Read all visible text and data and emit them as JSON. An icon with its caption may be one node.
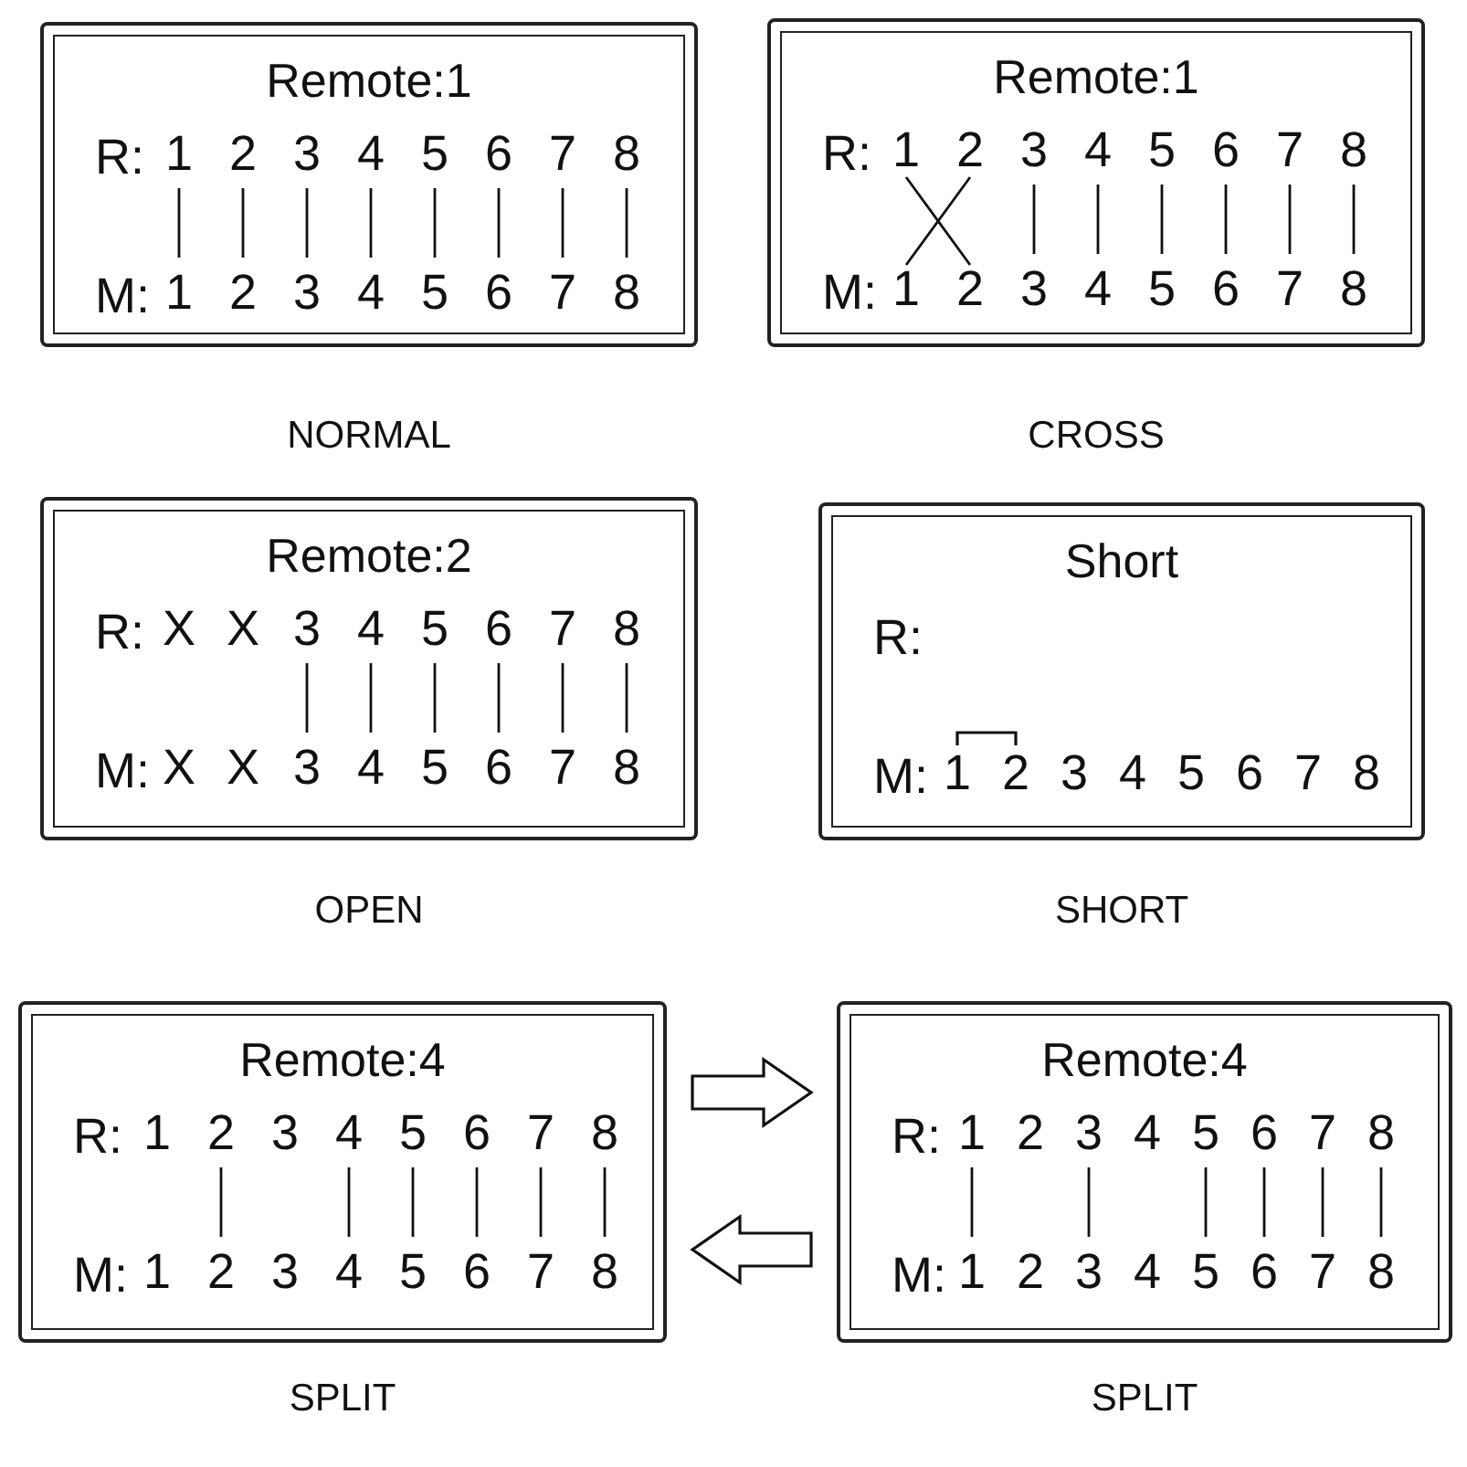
{
  "diagram": {
    "nodes": [
      {
        "text": [
          "Remote:1",
          "R:",
          "M:"
        ],
        "beside": [
          "NORMAL"
        ]
      },
      {
        "text": [
          "Remote:1",
          "R:",
          "M:"
        ],
        "beside": [
          "CROSS"
        ]
      },
      {
        "text": [
          "Remote:2",
          "R:",
          "M:"
        ],
        "beside": [
          "OPEN"
        ]
      },
      {
        "text": [
          "Short",
          "R:",
          "M:"
        ],
        "beside": [
          "SHORT"
        ]
      },
      {
        "text": [
          "Remote:4",
          "R:",
          "M:"
        ],
        "beside": [
          "SPLIT"
        ]
      },
      {
        "text": [
          "Remote:4",
          "R:",
          "M:"
        ],
        "beside": [
          "SPLIT"
        ]
      },
      {
        "text": [
          "1"
        ],
        "in": 0
      },
      {
        "text": [
          "2"
        ],
        "in": 0
      },
      {
        "text": [
          "3"
        ],
        "in": 0
      },
      {
        "text": [
          "4"
        ],
        "in": 0
      },
      {
        "text": [
          "5"
        ],
        "in": 0
      },
      {
        "text": [
          "6"
        ],
        "in": 0
      },
      {
        "text": [
          "7"
        ],
        "in": 0
      },
      {
        "text": [
          "8"
        ],
        "in": 0
      },
      {
        "text": [
          "1"
        ],
        "in": 0
      },
      {
        "text": [
          "2"
        ],
        "in": 0
      },
      {
        "text": [
          "3"
        ],
        "in": 0
      },
      {
        "text": [
          "4"
        ],
        "in": 0
      },
      {
        "text": [
          "5"
        ],
        "in": 0
      },
      {
        "text": [
          "6"
        ],
        "in": 0
      },
      {
        "text": [
          "7"
        ],
        "in": 0
      },
      {
        "text": [
          "8"
        ],
        "in": 0
      },
      {
        "text": [
          "1"
        ],
        "in": 1
      },
      {
        "text": [
          "2"
        ],
        "in": 1
      },
      {
        "text": [
          "3"
        ],
        "in": 1
      },
      {
        "text": [
          "4"
        ],
        "in": 1
      },
      {
        "text": [
          "5"
        ],
        "in": 1
      },
      {
        "text": [
          "6"
        ],
        "in": 1
      },
      {
        "text": [
          "7"
        ],
        "in": 1
      },
      {
        "text": [
          "8"
        ],
        "in": 1
      },
      {
        "text": [
          "1"
        ],
        "in": 1
      },
      {
        "text": [
          "2"
        ],
        "in": 1
      },
      {
        "text": [
          "3"
        ],
        "in": 1
      },
      {
        "text": [
          "4"
        ],
        "in": 1
      },
      {
        "text": [
          "5"
        ],
        "in": 1
      },
      {
        "text": [
          "6"
        ],
        "in": 1
      },
      {
        "text": [
          "7"
        ],
        "in": 1
      },
      {
        "text": [
          "8"
        ],
        "in": 1
      },
      {
        "text": [
          "X"
        ],
        "in": 2
      },
      {
        "text": [
          "X"
        ],
        "in": 2
      },
      {
        "text": [
          "3"
        ],
        "in": 2
      },
      {
        "text": [
          "4"
        ],
        "in": 2
      },
      {
        "text": [
          "5"
        ],
        "in": 2
      },
      {
        "text": [
          "6"
        ],
        "in": 2
      },
      {
        "text": [
          "7"
        ],
        "in": 2
      },
      {
        "text": [
          "8"
        ],
        "in": 2
      },
      {
        "text": [
          "X"
        ],
        "in": 2
      },
      {
        "text": [
          "X"
        ],
        "in": 2
      },
      {
        "text": [
          "3"
        ],
        "in": 2
      },
      {
        "text": [
          "4"
        ],
        "in": 2
      },
      {
        "text": [
          "5"
        ],
        "in": 2
      },
      {
        "text": [
          "6"
        ],
        "in": 2
      },
      {
        "text": [
          "7"
        ],
        "in": 2
      },
      {
        "text": [
          "8"
        ],
        "in": 2
      },
      {
        "text": [
          "1"
        ],
        "in": 3
      },
      {
        "text": [
          "2"
        ],
        "in": 3
      },
      {
        "text": [
          "3"
        ],
        "in": 3
      },
      {
        "text": [
          "4"
        ],
        "in": 3
      },
      {
        "text": [
          "5"
        ],
        "in": 3
      },
      {
        "text": [
          "6"
        ],
        "in": 3
      },
      {
        "text": [
          "7"
        ],
        "in": 3
      },
      {
        "text": [
          "8"
        ],
        "in": 3
      },
      {
        "text": [
          "1"
        ],
        "in": 4
      },
      {
        "text": [
          "2"
        ],
        "in": 4
      },
      {
        "text": [
          "3"
        ],
        "in": 4
      },
      {
        "text": [
          "4"
        ],
        "in": 4
      },
      {
        "text": [
          "5"
        ],
        "in": 4
      },
      {
        "text": [
          "6"
        ],
        "in": 4
      },
      {
        "text": [
          "7"
        ],
        "in": 4
      },
      {
        "text": [
          "8"
        ],
        "in": 4
      },
      {
        "text": [
          "1"
        ],
        "in": 4
      },
      {
        "text": [
          "2"
        ],
        "in": 4
      },
      {
        "text": [
          "3"
        ],
        "in": 4
      },
      {
        "text": [
          "4"
        ],
        "in": 4
      },
      {
        "text": [
          "5"
        ],
        "in": 4
      },
      {
        "text": [
          "6"
        ],
        "in": 4
      },
      {
        "text": [
          "7"
        ],
        "in": 4
      },
      {
        "text": [
          "8"
        ],
        "in": 4
      },
      {
        "text": [
          "1"
        ],
        "in": 5
      },
      {
        "text": [
          "2"
        ],
        "in": 5
      },
      {
        "text": [
          "3"
        ],
        "in": 5
      },
      {
        "text": [
          "4"
        ],
        "in": 5
      },
      {
        "text": [
          "5"
        ],
        "in": 5
      },
      {
        "text": [
          "6"
        ],
        "in": 5
      },
      {
        "text": [
          "7"
        ],
        "in": 5
      },
      {
        "text": [
          "8"
        ],
        "in": 5
      },
      {
        "text": [
          "1"
        ],
        "in": 5
      },
      {
        "text": [
          "2"
        ],
        "in": 5
      },
      {
        "text": [
          "3"
        ],
        "in": 5
      },
      {
        "text": [
          "4"
        ],
        "in": 5
      },
      {
        "text": [
          "5"
        ],
        "in": 5
      },
      {
        "text": [
          "6"
        ],
        "in": 5
      },
      {
        "text": [
          "7"
        ],
        "in": 5
      },
      {
        "text": [
          "8"
        ],
        "in": 5
      }
    ],
    "edges": [
      {
        "from": 6,
        "to": 14,
        "arrow": "none"
      },
      {
        "from": 7,
        "to": 15,
        "arrow": "none"
      },
      {
        "from": 8,
        "to": 16,
        "arrow": "none"
      },
      {
        "from": 9,
        "to": 17,
        "arrow": "none"
      },
      {
        "from": 10,
        "to": 18,
        "arrow": "none"
      },
      {
        "from": 11,
        "to": 19,
        "arrow": "none"
      },
      {
        "from": 12,
        "to": 20,
        "arrow": "none"
      },
      {
        "from": 13,
        "to": 21,
        "arrow": "none"
      },
      {
        "from": 22,
        "to": 31,
        "arrow": "none"
      },
      {
        "from": 23,
        "to": 30,
        "arrow": "none"
      },
      {
        "from": 24,
        "to": 32,
        "arrow": "none"
      },
      {
        "from": 25,
        "to": 33,
        "arrow": "none"
      },
      {
        "from": 26,
        "to": 34,
        "arrow": "none"
      },
      {
        "from": 27,
        "to": 35,
        "arrow": "none"
      },
      {
        "from": 28,
        "to": 36,
        "arrow": "none"
      },
      {
        "from": 29,
        "to": 37,
        "arrow": "none"
      },
      {
        "from": 40,
        "to": 48,
        "arrow": "none"
      },
      {
        "from": 41,
        "to": 49,
        "arrow": "none"
      },
      {
        "from": 42,
        "to": 50,
        "arrow": "none"
      },
      {
        "from": 43,
        "to": 51,
        "arrow": "none"
      },
      {
        "from": 44,
        "to": 52,
        "arrow": "none"
      },
      {
        "from": 45,
        "to": 53,
        "arrow": "none"
      },
      {
        "from": 54,
        "to": 55,
        "arrow": "none"
      },
      {
        "from": 63,
        "to": 71,
        "arrow": "none"
      },
      {
        "from": 65,
        "to": 73,
        "arrow": "none"
      },
      {
        "from": 66,
        "to": 74,
        "arrow": "none"
      },
      {
        "from": 67,
        "to": 75,
        "arrow": "none"
      },
      {
        "from": 68,
        "to": 76,
        "arrow": "none"
      },
      {
        "from": 69,
        "to": 77,
        "arrow": "none"
      },
      {
        "from": 78,
        "to": 86,
        "arrow": "none"
      },
      {
        "from": 80,
        "to": 88,
        "arrow": "none"
      },
      {
        "from": 82,
        "to": 90,
        "arrow": "none"
      },
      {
        "from": 83,
        "to": 91,
        "arrow": "none"
      },
      {
        "from": 84,
        "to": 92,
        "arrow": "none"
      },
      {
        "from": 85,
        "to": 93,
        "arrow": "none"
      },
      {
        "from": 4,
        "to": 5,
        "arrow": "to",
        "style": "thick"
      },
      {
        "from": 5,
        "to": 4,
        "arrow": "to",
        "style": "thick"
      }
    ]
  }
}
